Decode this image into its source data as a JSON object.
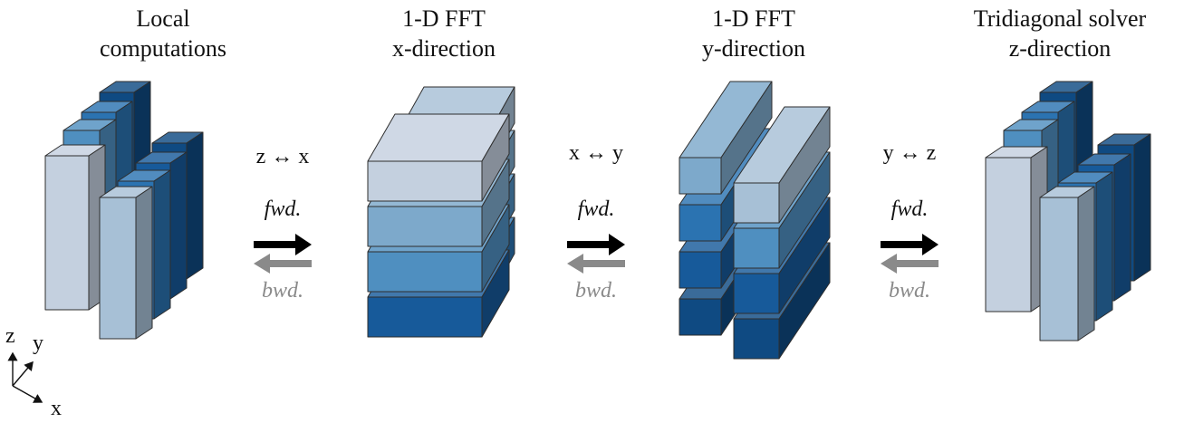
{
  "stages": [
    {
      "line1": "Local",
      "line2": "computations"
    },
    {
      "line1": "1-D FFT",
      "line2": "x-direction"
    },
    {
      "line1": "1-D FFT",
      "line2": "y-direction"
    },
    {
      "line1": "Tridiagonal solver",
      "line2": "z-direction"
    }
  ],
  "transitions": [
    {
      "swap": "z ↔ x",
      "fwd": "fwd.",
      "bwd": "bwd."
    },
    {
      "swap": "x ↔ y",
      "fwd": "fwd.",
      "bwd": "bwd."
    },
    {
      "swap": "y ↔ z",
      "fwd": "fwd.",
      "bwd": "bwd."
    }
  ],
  "axes": {
    "z": "z",
    "y": "y",
    "x": "x"
  },
  "colors": {
    "fwd_arrow": "#000000",
    "bwd_arrow": "#8a8a8a",
    "palette": [
      "#c4d0df",
      "#a7c0d6",
      "#7da9cb",
      "#4f8fc0",
      "#2b73b1",
      "#175a9a",
      "#0f4a82"
    ]
  }
}
